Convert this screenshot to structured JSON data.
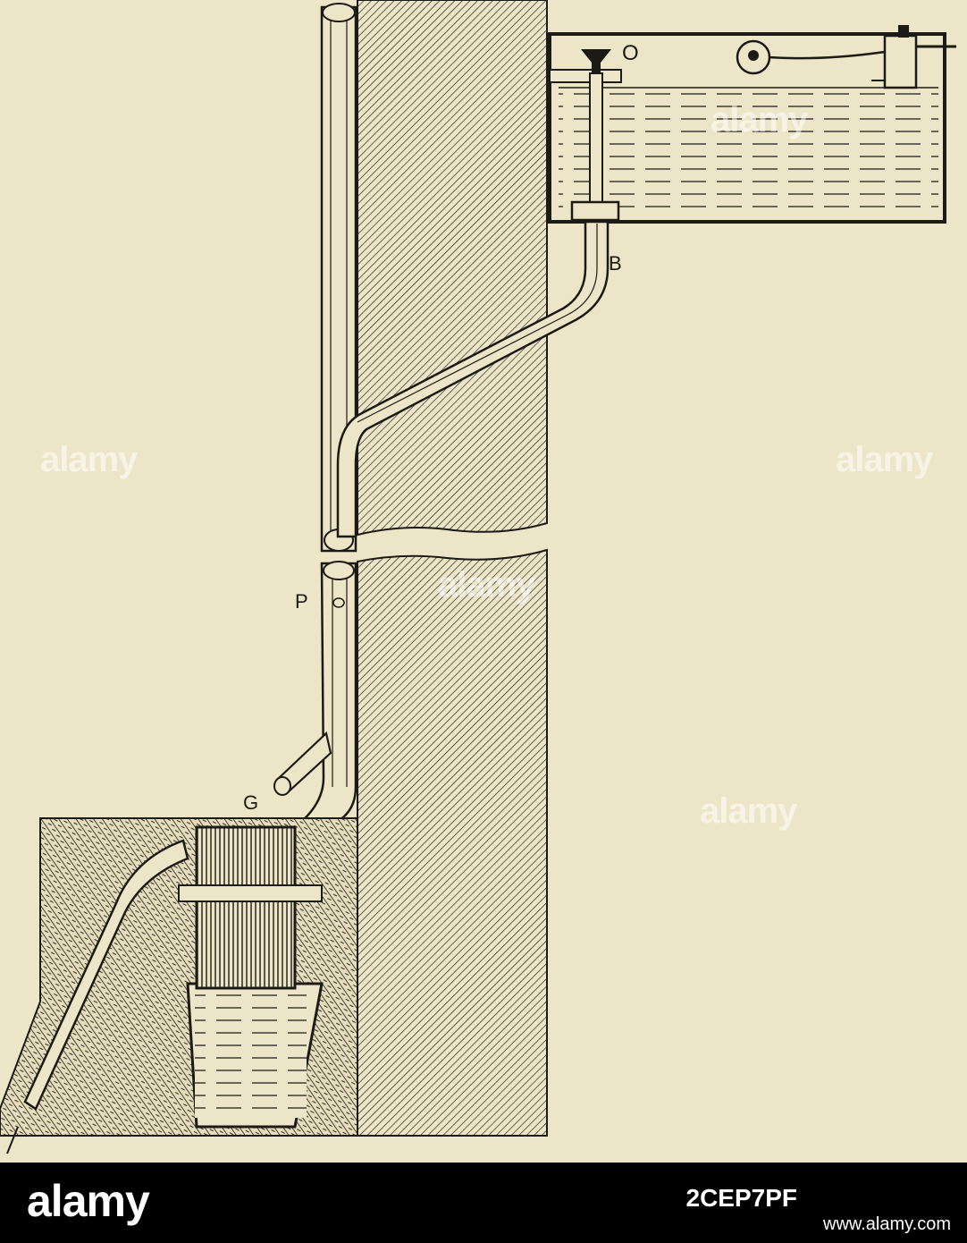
{
  "diagram": {
    "labels": {
      "O": "O",
      "B": "B",
      "P": "P",
      "G": "G"
    }
  },
  "watermark": {
    "text": "alamy"
  },
  "footer": {
    "logo": "alamy",
    "image_id": "2CEP7PF",
    "url": "www.alamy.com"
  },
  "colors": {
    "paper": "#ede5c7",
    "ink": "#1c1a14",
    "footer_bg": "#000000",
    "footer_text": "#ffffff"
  }
}
